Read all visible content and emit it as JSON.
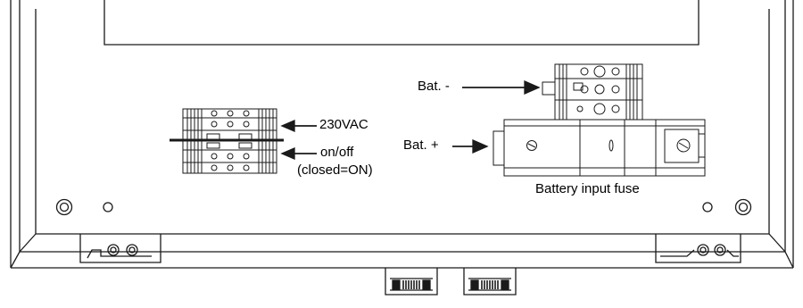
{
  "labels": {
    "vac": "230VAC",
    "onoff": "on/off",
    "closed": "(closed=ON)",
    "bat_minus": "Bat. -",
    "bat_plus": "Bat. +",
    "fuse": "Battery input fuse"
  },
  "colors": {
    "line": "#1a1a1a",
    "light_line": "#555555",
    "background": "#ffffff"
  }
}
